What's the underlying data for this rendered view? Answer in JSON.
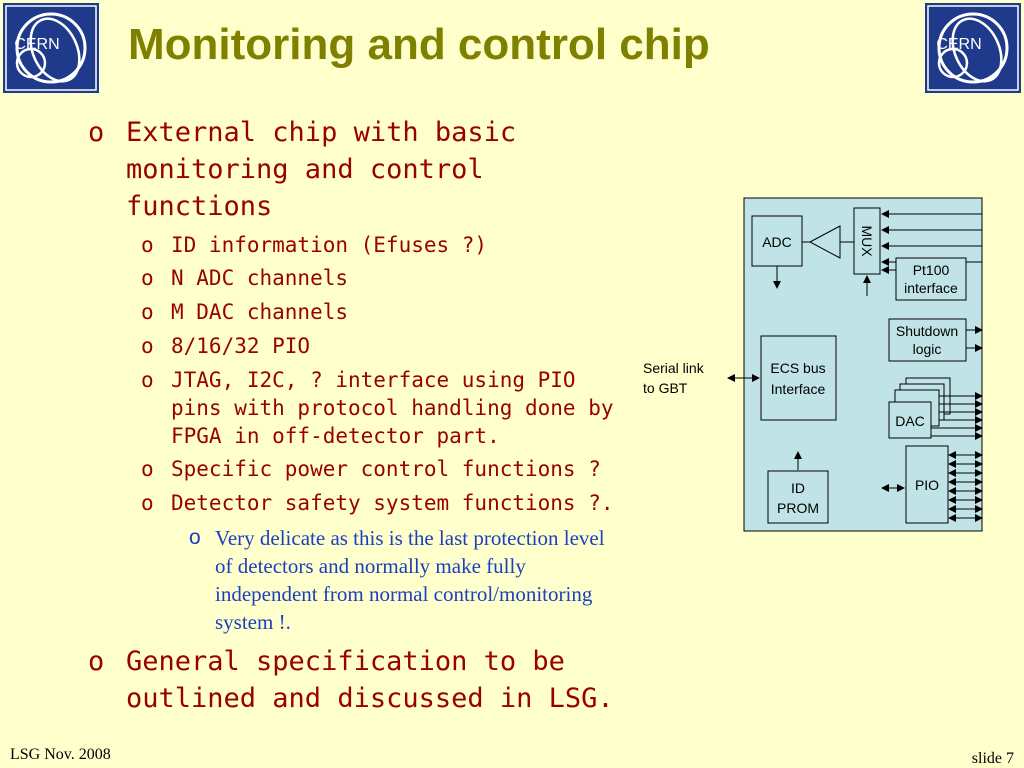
{
  "title": "Monitoring and control chip",
  "logo_text": "CERN",
  "bullets": [
    "External chip with basic monitoring and control functions",
    "General specification to be outlined and discussed in LSG."
  ],
  "sub_bullets": [
    "ID information (Efuses ?)",
    "N ADC channels",
    "M DAC channels",
    "8/16/32 PIO",
    "JTAG, I2C, ? interface using PIO pins with protocol handling done by FPGA in off-detector part.",
    "Specific power control functions ?",
    "Detector safety system functions ?."
  ],
  "sub_sub_bullet": "Very delicate as this is the last protection level of detectors and normally make fully independent from normal control/monitoring system !.",
  "bullet_marker": "o",
  "diagram": {
    "adc": "ADC",
    "mux": "MUX",
    "pt100_line1": "Pt100",
    "pt100_line2": "interface",
    "shutdown_line1": "Shutdown",
    "shutdown_line2": "logic",
    "ecs_line1": "ECS bus",
    "ecs_line2": "Interface",
    "serial_line1": "Serial link",
    "serial_line2": "to GBT",
    "dac": "DAC",
    "id_line1": "ID",
    "id_line2": "PROM",
    "pio": "PIO"
  },
  "footer": {
    "left": "LSG Nov. 2008",
    "right": "slide 7"
  },
  "colors": {
    "background": "#ffffcc",
    "title": "#808000",
    "bullet_text": "#990000",
    "sub_sub_text": "#1a3fbf",
    "diagram_fill": "#bfe3e6",
    "logo_bg": "#1f3a8a"
  }
}
